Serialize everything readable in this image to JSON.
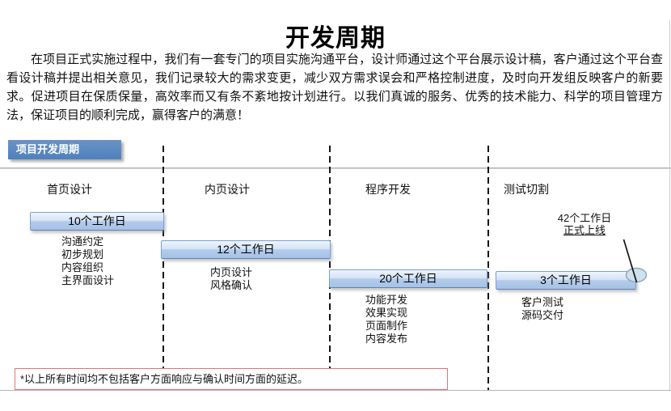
{
  "page": {
    "title": "开发周期",
    "intro": "在项目正式实施过程中，我们有一套专门的项目实施沟通平台，设计师通过这个平台展示设计稿，客户通过这个平台查看设计稿并提出相关意见，我们记录较大的需求变更，减少双方需求误会和严格控制进度，及时向开发组反映客户的新要求。促进项目在保质保量，高效率而又有条不紊地按计划进行。以我们真诚的服务、优秀的技术能力、科学的项目管理方法，保证项目的顺利完成，赢得客户的满意！"
  },
  "section": {
    "label": "项目开发周期"
  },
  "phases": [
    {
      "name": "首页设计",
      "duration": "10个工作日",
      "tasks": [
        "沟通约定",
        "初步规划",
        "内容组织",
        "主界面设计"
      ]
    },
    {
      "name": "内页设计",
      "duration": "12个工作日",
      "tasks": [
        "内页设计",
        "风格确认"
      ]
    },
    {
      "name": "程序开发",
      "duration": "20个工作日",
      "tasks": [
        "功能开发",
        "效果实现",
        "页面制作",
        "内容发布"
      ]
    },
    {
      "name": "测试切割",
      "duration": "3个工作日",
      "tasks": [
        "客户测试",
        "源码交付"
      ]
    }
  ],
  "callout": {
    "line1": "42个工作日",
    "line2": "正式上线"
  },
  "note": "*以上所有时间均不包括客户方面响应与确认时间方面的延迟。",
  "colors": {
    "accent_blue": "#4F81BD",
    "bar_border": "#7AA0D4",
    "bar_fill_top": "#EEF4FC",
    "bar_fill_bottom": "#A6C2E6",
    "note_border": "#E57373",
    "callout_ellipse_fill": "#CFE1EC"
  }
}
